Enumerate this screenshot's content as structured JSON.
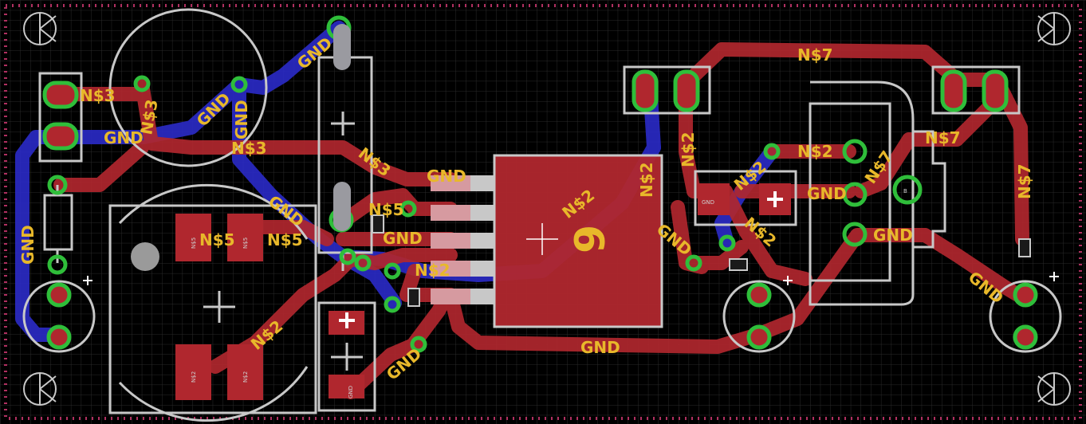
{
  "colors": {
    "background": "#000000",
    "grid": "#2a2a2a",
    "top_copper": "#b0272e",
    "bottom_copper": "#2b2bc8",
    "via_pad": "#2fbe3a",
    "silkscreen": "#c8c8c8",
    "label": "#e8b82a",
    "outline": "#b03060"
  },
  "chip": {
    "label": "6"
  },
  "net_labels": [
    {
      "id": "n1",
      "text": "N$3"
    },
    {
      "id": "n2",
      "text": "GND"
    },
    {
      "id": "n3",
      "text": "N$3"
    },
    {
      "id": "n4",
      "text": "GND"
    },
    {
      "id": "n5",
      "text": "GND"
    },
    {
      "id": "n6",
      "text": "GND"
    },
    {
      "id": "n7",
      "text": "N$3"
    },
    {
      "id": "n8",
      "text": "N$3"
    },
    {
      "id": "n9",
      "text": "GND"
    },
    {
      "id": "n10",
      "text": "GND"
    },
    {
      "id": "n11",
      "text": "N$5"
    },
    {
      "id": "n12",
      "text": "N$5"
    },
    {
      "id": "n13",
      "text": "N$5"
    },
    {
      "id": "n14",
      "text": "GND"
    },
    {
      "id": "n15",
      "text": "N$2"
    },
    {
      "id": "n16",
      "text": "N$2"
    },
    {
      "id": "n17",
      "text": "N$2"
    },
    {
      "id": "n18",
      "text": "GND"
    },
    {
      "id": "n19",
      "text": "N$2"
    },
    {
      "id": "n20",
      "text": "GND"
    },
    {
      "id": "n21",
      "text": "N$2"
    },
    {
      "id": "n22",
      "text": "N$2"
    },
    {
      "id": "n23",
      "text": "N$2"
    },
    {
      "id": "n24",
      "text": "GND"
    },
    {
      "id": "n25",
      "text": "N$2"
    },
    {
      "id": "n26",
      "text": "N$7"
    },
    {
      "id": "n27",
      "text": "N$7"
    },
    {
      "id": "n28",
      "text": "GND"
    },
    {
      "id": "n29",
      "text": "N$7"
    },
    {
      "id": "n30",
      "text": "N$7"
    },
    {
      "id": "n31",
      "text": "GND"
    },
    {
      "id": "n32",
      "text": "GND"
    },
    {
      "id": "n33",
      "text": "GND"
    }
  ],
  "package_marks": [
    {
      "id": "p1",
      "text": "N$5"
    },
    {
      "id": "p2",
      "text": "N$5"
    },
    {
      "id": "p3",
      "text": "N$2"
    },
    {
      "id": "p4",
      "text": "N$2"
    },
    {
      "id": "p5",
      "text": "GND"
    },
    {
      "id": "p6",
      "text": "GND"
    },
    {
      "id": "p7",
      "text": "B"
    }
  ]
}
